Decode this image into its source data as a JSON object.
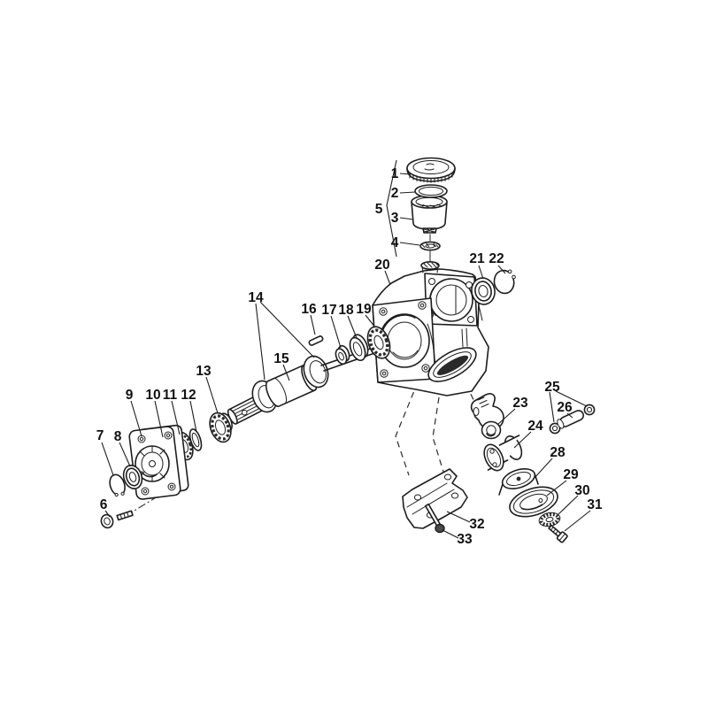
{
  "figure": {
    "type": "exploded-parts-diagram",
    "background_color": "#ffffff",
    "line_color": "#1d1d1d",
    "label_color": "#111111",
    "callouts": [
      {
        "label": "1"
      },
      {
        "label": "2"
      },
      {
        "label": "3"
      },
      {
        "label": "4"
      },
      {
        "label": "5"
      },
      {
        "label": "6"
      },
      {
        "label": "7"
      },
      {
        "label": "8"
      },
      {
        "label": "9"
      },
      {
        "label": "10"
      },
      {
        "label": "11"
      },
      {
        "label": "12"
      },
      {
        "label": "13"
      },
      {
        "label": "14"
      },
      {
        "label": "15"
      },
      {
        "label": "16"
      },
      {
        "label": "17"
      },
      {
        "label": "18"
      },
      {
        "label": "19"
      },
      {
        "label": "20"
      },
      {
        "label": "21"
      },
      {
        "label": "22"
      },
      {
        "label": "23"
      },
      {
        "label": "24"
      },
      {
        "label": "25"
      },
      {
        "label": "26"
      },
      {
        "label": "28"
      },
      {
        "label": "29"
      },
      {
        "label": "30"
      },
      {
        "label": "31"
      },
      {
        "label": "32"
      },
      {
        "label": "33"
      }
    ]
  }
}
